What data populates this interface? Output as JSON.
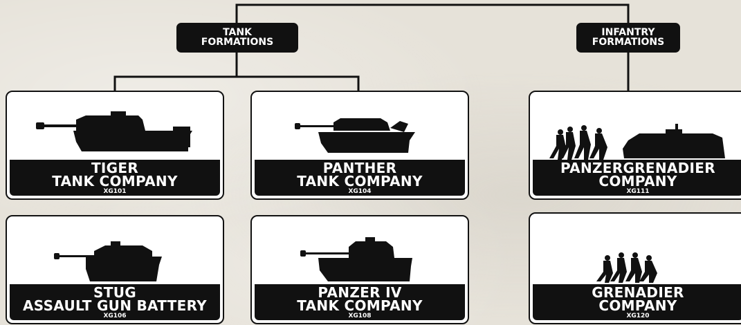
{
  "headers": {
    "tank": {
      "line1": "TANK",
      "line2": "FORMATIONS"
    },
    "infantry": {
      "line1": "INFANTRY",
      "line2": "FORMATIONS"
    }
  },
  "cards": {
    "tiger": {
      "line1": "TIGER",
      "line2": "TANK COMPANY",
      "code": "XG101",
      "silhouette": "tiger-tank-icon"
    },
    "panther": {
      "line1": "PANTHER",
      "line2": "TANK COMPANY",
      "code": "XG104",
      "silhouette": "panther-tank-icon"
    },
    "pzgren": {
      "line1": "PANZERGRENADIER",
      "line2": "COMPANY",
      "code": "XG111",
      "silhouette": "halftrack-infantry-icon"
    },
    "stug": {
      "line1": "STUG",
      "line2": "ASSAULT GUN BATTERY",
      "code": "XG106",
      "silhouette": "stug-icon"
    },
    "pz4": {
      "line1": "PANZER IV",
      "line2": "TANK COMPANY",
      "code": "XG108",
      "silhouette": "panzer-iv-icon"
    },
    "gren": {
      "line1": "GRENADIER",
      "line2": "COMPANY",
      "code": "XG120",
      "silhouette": "infantry-squad-icon"
    }
  },
  "colors": {
    "ink": "#111111",
    "background": "#e6e2d9",
    "card": "#ffffff"
  }
}
